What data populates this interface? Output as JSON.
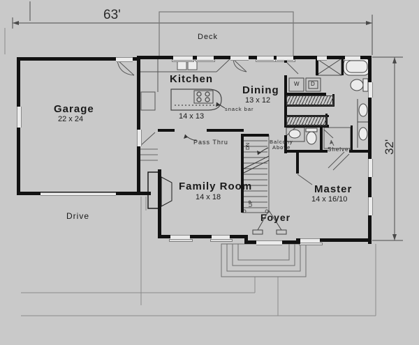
{
  "plan": {
    "title": "house-first-floor-plan",
    "dimensions": {
      "width": "63'",
      "depth": "32'"
    },
    "rooms": {
      "deck": {
        "name": "Deck"
      },
      "garage": {
        "name": "Garage",
        "size": "22 x 24"
      },
      "kitchen": {
        "name": "Kitchen",
        "size": "14 x 13"
      },
      "dining": {
        "name": "Dining",
        "size": "13 x 12"
      },
      "family_room": {
        "name": "Family Room",
        "size": "14 x 18"
      },
      "master": {
        "name": "Master",
        "size": "14 x 16/10"
      },
      "foyer": {
        "name": "Foyer"
      },
      "drive": {
        "name": "Drive"
      }
    },
    "annotations": {
      "snack_bar": "snack bar",
      "pass_thru": "Pass Thru",
      "balcony_line1": "Balcony",
      "balcony_line2": "Above",
      "shelves": "Shelves",
      "washer": "W",
      "dryer": "D",
      "stairs_down": "DN",
      "stairs_up": "UP"
    },
    "colors": {
      "background": "#c9c9c9",
      "wall": "#121212",
      "thin_line": "#6f6f6f",
      "fixture_fill": "#ececec",
      "text": "#1a1a1a"
    }
  }
}
